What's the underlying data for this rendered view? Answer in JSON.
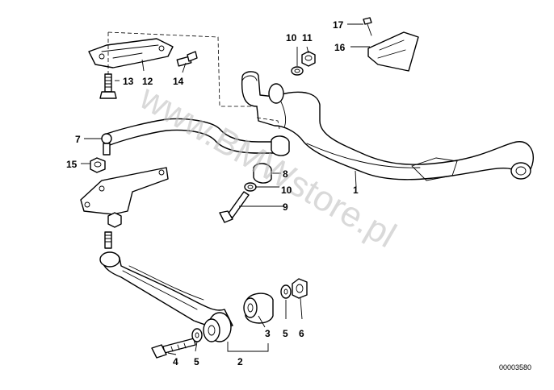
{
  "callouts": {
    "c1": "1",
    "c2": "2",
    "c3": "3",
    "c4": "4",
    "c5a": "5",
    "c5b": "5",
    "c6": "6",
    "c7": "7",
    "c8": "8",
    "c9": "9",
    "c10a": "10",
    "c10b": "10",
    "c11": "11",
    "c12": "12",
    "c13": "13",
    "c14": "14",
    "c15": "15",
    "c16": "16",
    "c17": "17"
  },
  "document_id": "00003580",
  "watermark": "www.BMWstore.pl",
  "colors": {
    "ink": "#000000",
    "background": "#ffffff",
    "watermark": "#b9b9b9"
  }
}
